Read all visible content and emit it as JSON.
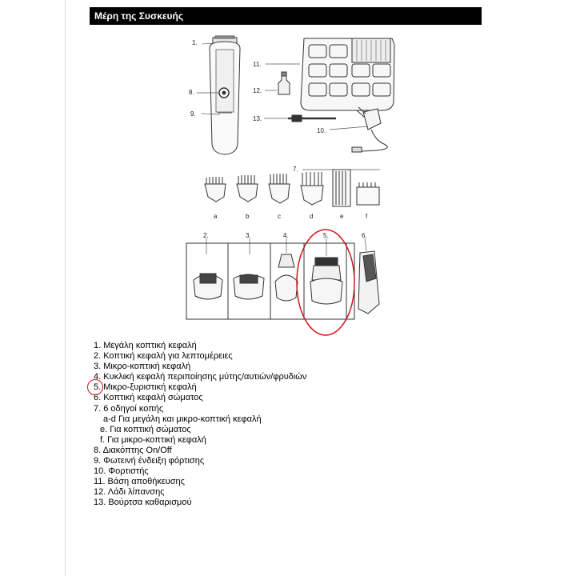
{
  "section": {
    "title": "Μέρη της Συσκευής"
  },
  "figure": {
    "callouts": [
      "1.",
      "8.",
      "9.",
      "11.",
      "12.",
      "13.",
      "10.",
      "7."
    ],
    "guide_letters": [
      "a",
      "b",
      "c",
      "d",
      "e",
      "f"
    ],
    "head_numbers": [
      "2.",
      "3.",
      "4.",
      "5.",
      "6."
    ],
    "highlight_color": "#d0141b"
  },
  "parts_list": [
    "1. Μεγάλη κοπτική κεφαλή",
    "2. Κοπτική κεφαλή για λεπτομέρειες",
    "3. Μικρο-κοπτική κεφαλή",
    "4. Κυκλική κεφαλή περιποίησης μύτης/αυτιών/φρυδιών",
    "5. Μικρο-ξυριστική κεφαλή",
    "6. Κοπτική κεφαλή σώματος",
    "7. 6 οδηγοί κοπής",
    "a-d Για μεγάλη και μικρο-κοπτική κεφαλή",
    "e. Για κοπτική σώματος",
    "f. Για μικρο-κοπτική κεφαλή",
    "8. Διακόπτης On/Off",
    "9. Φωτεινή ένδειξη φόρτισης",
    "10. Φορτιστής",
    "11.  Βάση αποθήκευσης",
    "12. Λάδι λίπανσης",
    "13. Βούρτσα καθαρισμού"
  ]
}
